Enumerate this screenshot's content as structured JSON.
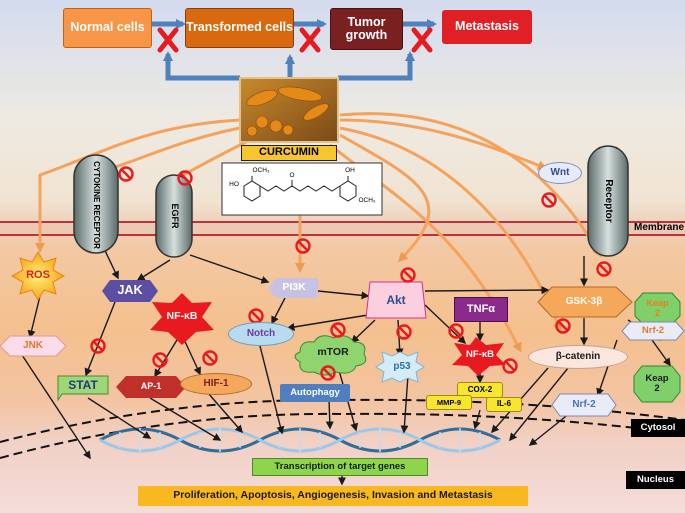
{
  "top_flow": {
    "normal_cells": "Normal cells",
    "transformed_cells": "Transformed cells",
    "tumor_growth": "Tumor growth",
    "metastasis": "Metastasis"
  },
  "curcumin": {
    "label": "CURCUMIN"
  },
  "structure": {
    "methoxy_left": "OCH₃",
    "methoxy_right": "OCH₃",
    "hydroxyl_left": "HO",
    "hydroxyl_right": "OH",
    "keto": "O"
  },
  "membrane": {
    "label": "Membrane",
    "cytokine_receptor": "CYTOKINE RECEPTOR",
    "egfr": "EGFR",
    "receptor": "Receptor",
    "wnt": "Wnt"
  },
  "molecules": {
    "ros": "ROS",
    "jak": "JAK",
    "nfkb_left": "NF-κB",
    "jnk": "JNK",
    "stat": "STAT",
    "ap1": "AP-1",
    "hif1": "HIF-1",
    "pi3k": "PI3K",
    "akt": "Akt",
    "notch": "Notch",
    "mtor": "mTOR",
    "autophagy": "Autophagy",
    "p53": "p53",
    "tnfa": "TNFα",
    "nfkb_right": "NF-κB",
    "cox2": "COX-2",
    "mmp9": "MMP-9",
    "il6": "IL-6",
    "gsk3b": "GSK-3β",
    "beta_catenin": "β-catenin",
    "keap2_top": "Keap 2",
    "nrf2_top": "Nrf-2",
    "keap2_bottom": "Keap 2",
    "nrf2_nucleus": "Nrf-2"
  },
  "compartments": {
    "cytosol": "Cytosol",
    "nucleus": "Nucleus"
  },
  "outputs": {
    "transcription": "Transcription of target genes",
    "outcomes": "Proliferation, Apoptosis, Angiogenesis, Invasion and Metastasis"
  },
  "colors": {
    "normal_fill": "#f79646",
    "transformed_fill": "#d9690f",
    "tumor_fill": "#7b2020",
    "metastasis_fill": "#e02024",
    "flow_arrow": "#4f81bd",
    "inhibit": "#e8191f",
    "membrane_line": "#b8333a",
    "curcumin_arrow": "#f5a25d"
  }
}
